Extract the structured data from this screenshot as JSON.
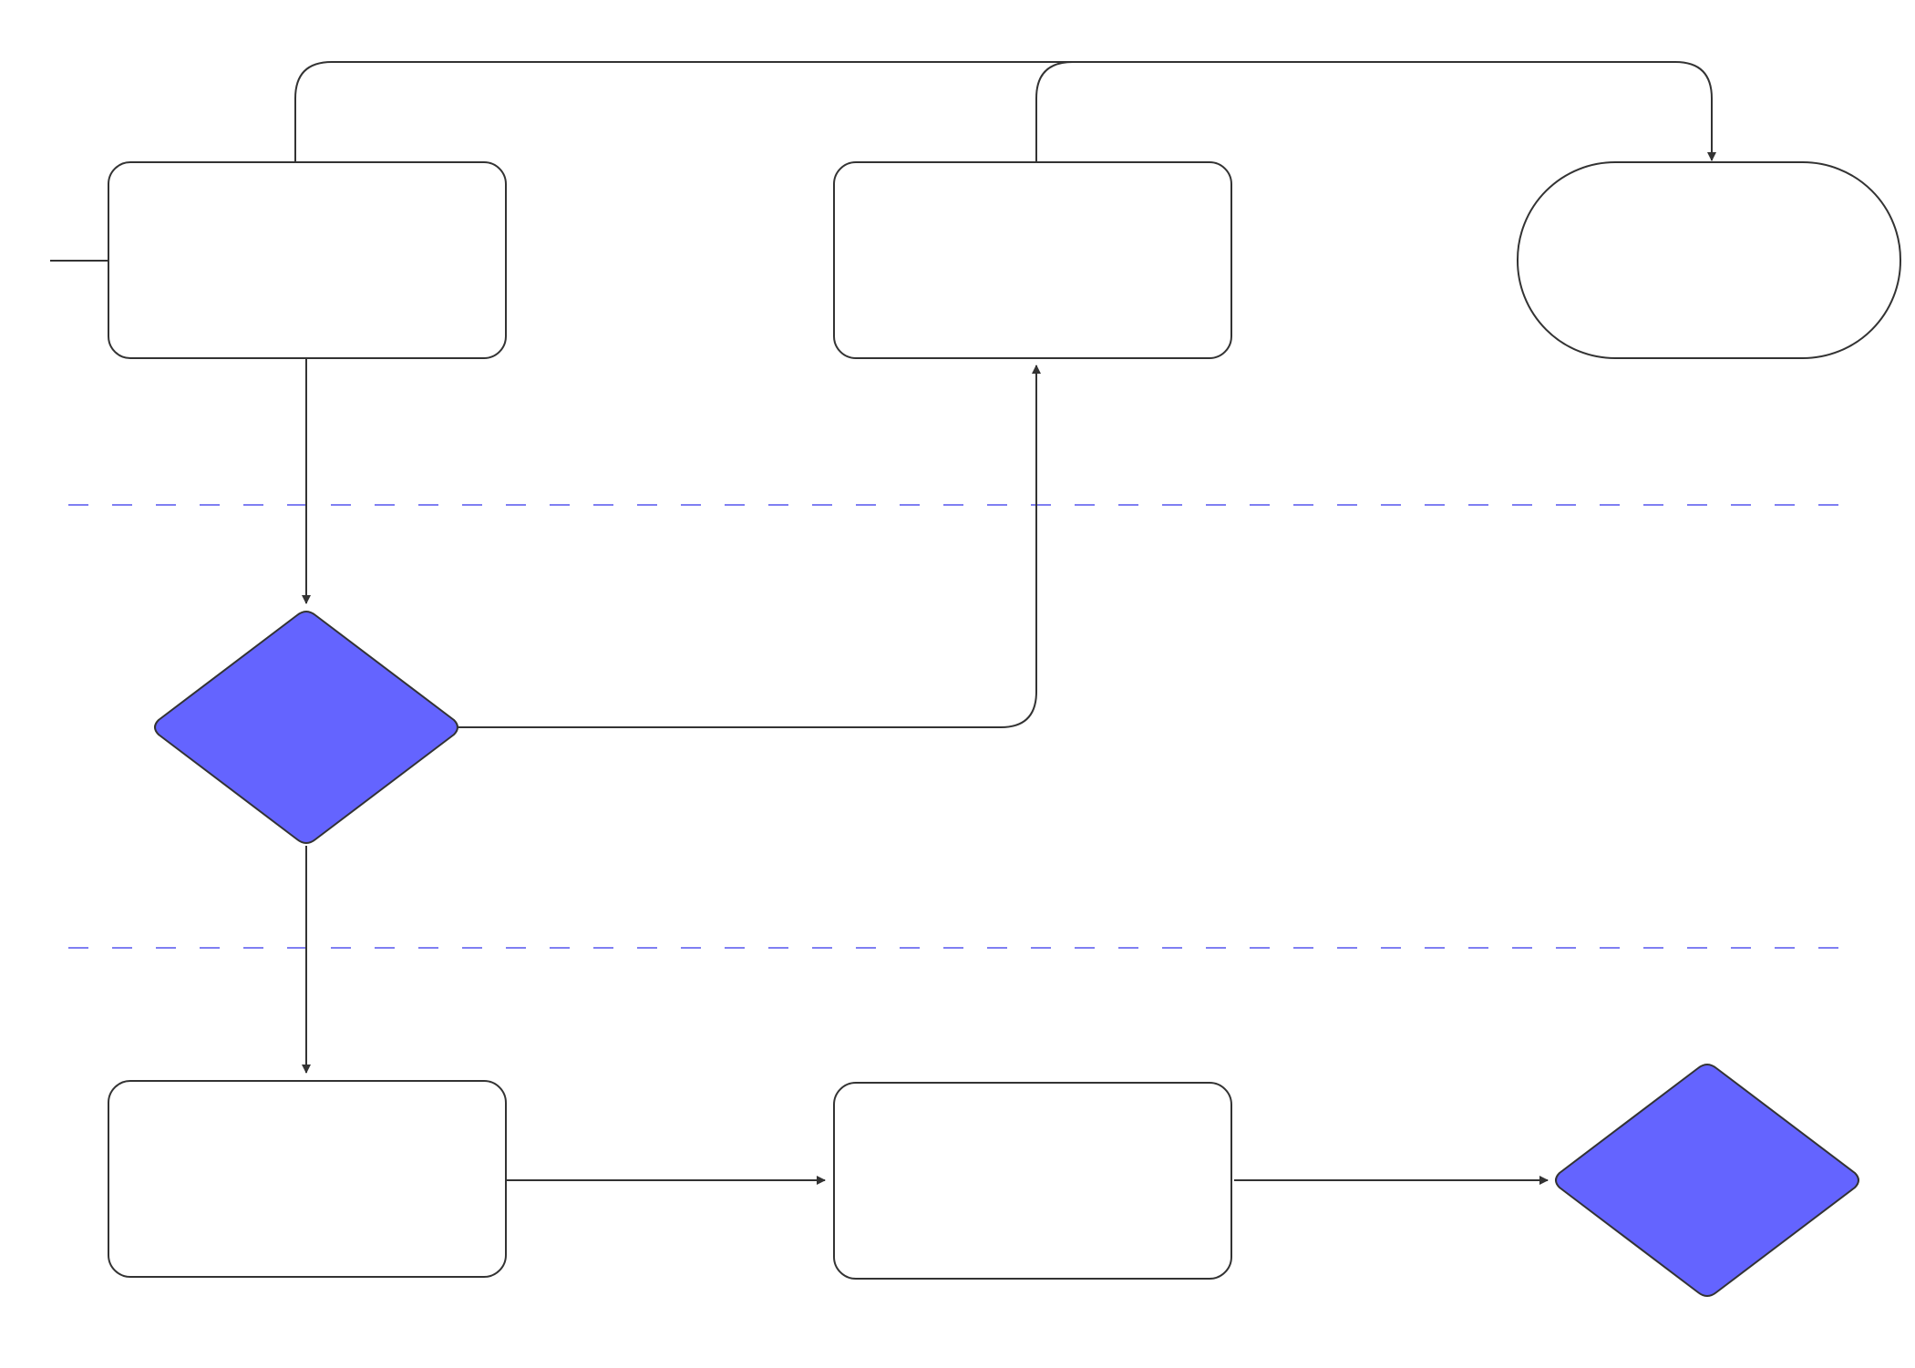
{
  "diagram": {
    "type": "swimlane-flowchart",
    "colors": {
      "background": "#ffffff",
      "stroke": "#333333",
      "decision_fill": "#6464ff",
      "lane_divider": "#5555ee",
      "process_fill": "#ffffff"
    },
    "nodes": [
      {
        "id": "process-1",
        "shape": "rounded-rectangle",
        "lane": 1,
        "label": ""
      },
      {
        "id": "process-2",
        "shape": "rounded-rectangle",
        "lane": 1,
        "label": ""
      },
      {
        "id": "terminator-1",
        "shape": "stadium",
        "lane": 1,
        "label": ""
      },
      {
        "id": "decision-1",
        "shape": "diamond",
        "lane": 2,
        "label": ""
      },
      {
        "id": "process-3",
        "shape": "rounded-rectangle",
        "lane": 3,
        "label": ""
      },
      {
        "id": "process-4",
        "shape": "rounded-rectangle",
        "lane": 3,
        "label": ""
      },
      {
        "id": "decision-2",
        "shape": "diamond",
        "lane": 3,
        "label": ""
      }
    ],
    "edges": [
      {
        "from": "entry",
        "to": "process-1",
        "arrow": false
      },
      {
        "from": "process-1",
        "to": "decision-1",
        "arrow": true
      },
      {
        "from": "decision-1",
        "to": "process-2",
        "arrow": true
      },
      {
        "from": "decision-1",
        "to": "process-3",
        "arrow": true
      },
      {
        "from": "process-1",
        "to": "terminator-1",
        "arrow": true
      },
      {
        "from": "process-2",
        "to": "terminator-1",
        "arrow": true
      },
      {
        "from": "process-3",
        "to": "process-4",
        "arrow": true
      },
      {
        "from": "process-4",
        "to": "decision-2",
        "arrow": true
      }
    ],
    "lanes": 3
  }
}
